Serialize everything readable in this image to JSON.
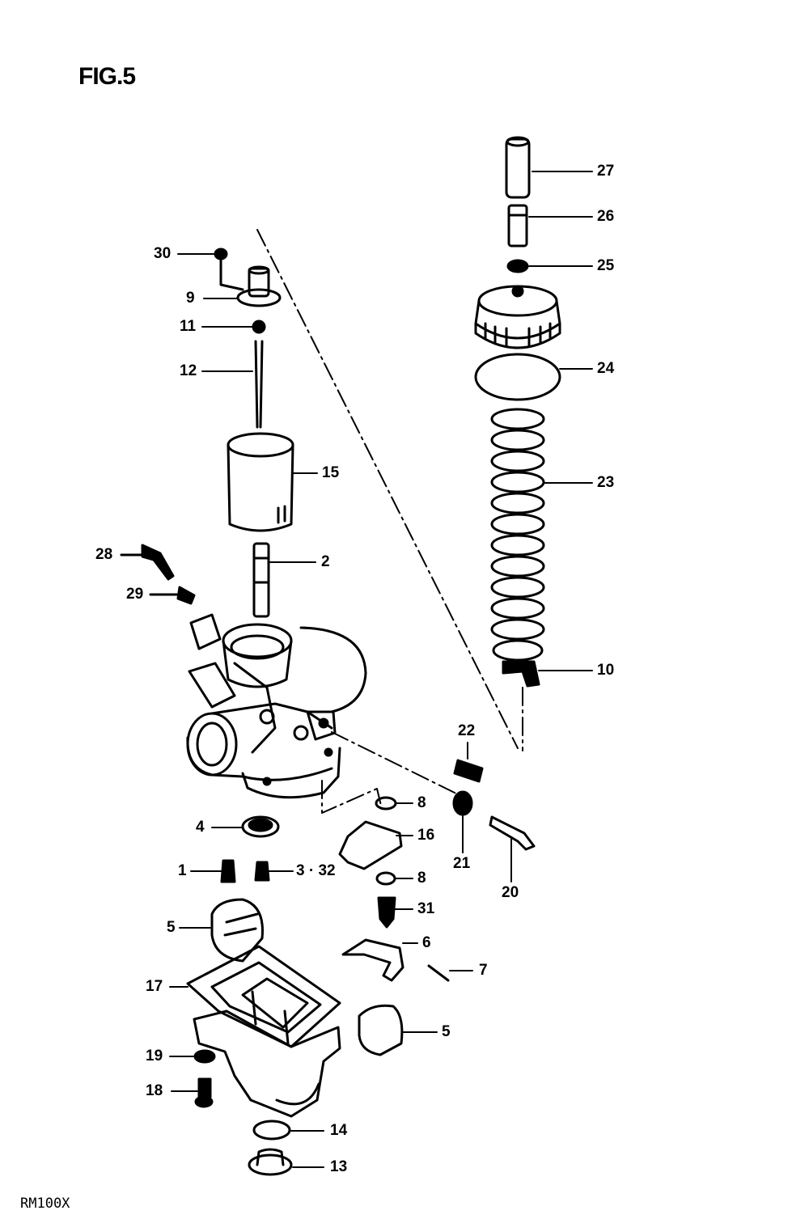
{
  "figure": {
    "title": "FIG.5",
    "model": "RM100X"
  },
  "callouts": [
    {
      "id": "27",
      "label": "27"
    },
    {
      "id": "26",
      "label": "26"
    },
    {
      "id": "25",
      "label": "25"
    },
    {
      "id": "24",
      "label": "24"
    },
    {
      "id": "23",
      "label": "23"
    },
    {
      "id": "10",
      "label": "10"
    },
    {
      "id": "30",
      "label": "30"
    },
    {
      "id": "9",
      "label": "9"
    },
    {
      "id": "11",
      "label": "11"
    },
    {
      "id": "12",
      "label": "12"
    },
    {
      "id": "15",
      "label": "15"
    },
    {
      "id": "28",
      "label": "28"
    },
    {
      "id": "2",
      "label": "2"
    },
    {
      "id": "29",
      "label": "29"
    },
    {
      "id": "22",
      "label": "22"
    },
    {
      "id": "8a",
      "label": "8"
    },
    {
      "id": "16",
      "label": "16"
    },
    {
      "id": "4",
      "label": "4"
    },
    {
      "id": "21",
      "label": "21"
    },
    {
      "id": "20",
      "label": "20"
    },
    {
      "id": "1",
      "label": "1"
    },
    {
      "id": "3-32",
      "label": "3 · 32"
    },
    {
      "id": "8b",
      "label": "8"
    },
    {
      "id": "31",
      "label": "31"
    },
    {
      "id": "5a",
      "label": "5"
    },
    {
      "id": "6",
      "label": "6"
    },
    {
      "id": "7",
      "label": "7"
    },
    {
      "id": "17",
      "label": "17"
    },
    {
      "id": "5b",
      "label": "5"
    },
    {
      "id": "19",
      "label": "19"
    },
    {
      "id": "18",
      "label": "18"
    },
    {
      "id": "14",
      "label": "14"
    },
    {
      "id": "13",
      "label": "13"
    }
  ]
}
